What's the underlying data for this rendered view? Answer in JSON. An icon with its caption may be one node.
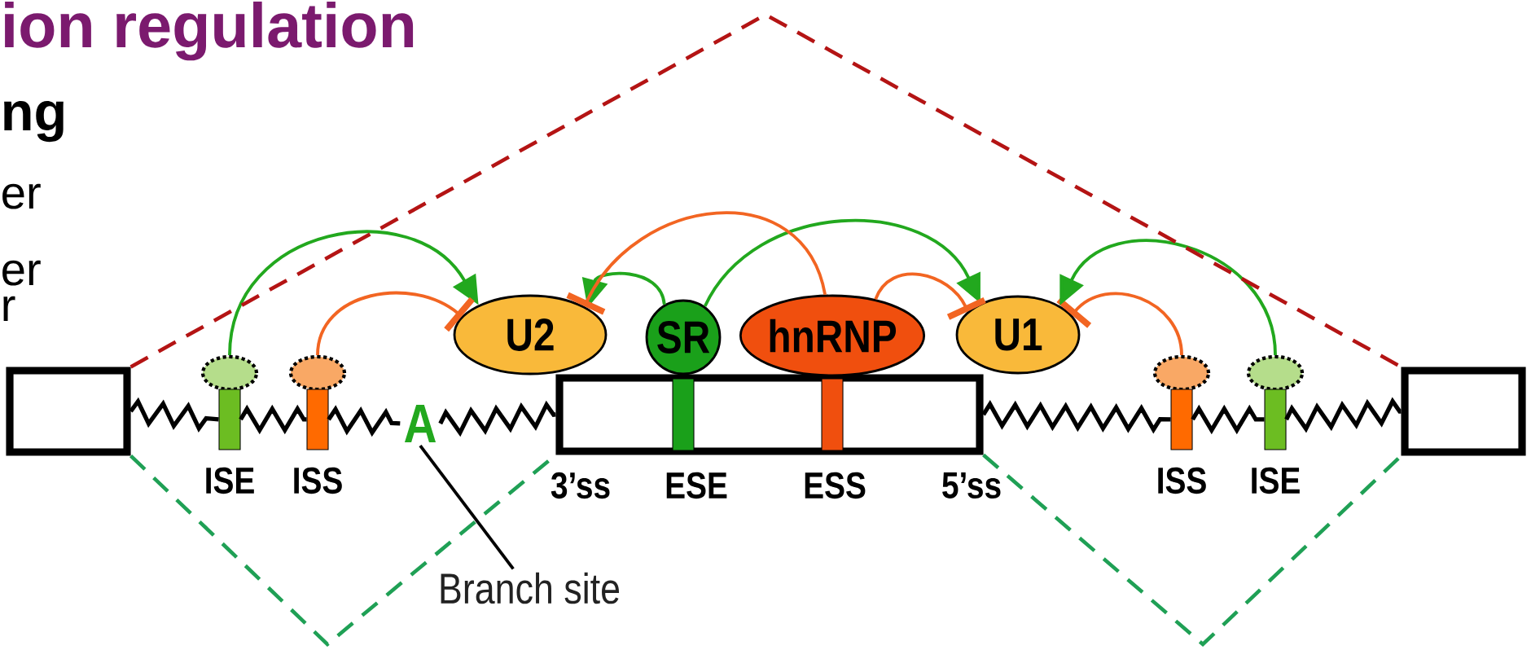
{
  "diagram": {
    "title": "ion regulation",
    "nodes": [
      {
        "text": [],
        "shape": "box"
      },
      {
        "text": [],
        "shape": "ellipse"
      },
      {
        "text": [],
        "shape": "ellipse"
      },
      {
        "text": [
          "A"
        ]
      },
      {
        "text": [
          "Branch site"
        ]
      },
      {
        "text": [
          "U2"
        ]
      },
      {
        "text": [],
        "shape": "box",
        "beside": [
          "3’ss",
          "5’ss"
        ]
      },
      {
        "text": [
          "SR"
        ]
      },
      {
        "text": [
          "hnRNP"
        ]
      },
      {
        "text": [
          "U1"
        ]
      },
      {
        "text": [],
        "shape": "ellipse"
      },
      {
        "text": [],
        "shape": "ellipse"
      },
      {
        "text": [],
        "shape": "box"
      },
      {
        "text": [],
        "shape": "bar",
        "beside": [
          "ISE"
        ]
      },
      {
        "text": [],
        "shape": "bar",
        "beside": [
          "ISS"
        ]
      },
      {
        "text": [],
        "shape": "bar",
        "beside": [
          "ESE"
        ],
        "in": 6
      },
      {
        "text": [],
        "shape": "bar",
        "beside": [
          "ESS"
        ],
        "in": 6
      },
      {
        "text": [],
        "shape": "bar",
        "beside": [
          "ISS"
        ]
      },
      {
        "text": [],
        "shape": "bar",
        "beside": [
          "ISE"
        ]
      }
    ],
    "edges": [
      {
        "from": 1,
        "to": 5,
        "arrow": "to",
        "color": "#22a81e"
      },
      {
        "from": 2,
        "to": 5,
        "arrow": "other",
        "color": "#f26522"
      },
      {
        "from": 7,
        "to": 5,
        "arrow": "to",
        "color": "#22a81e"
      },
      {
        "from": 7,
        "to": 9,
        "arrow": "to",
        "color": "#22a81e"
      },
      {
        "from": 8,
        "to": 5,
        "arrow": "other",
        "color": "#f26522"
      },
      {
        "from": 8,
        "to": 9,
        "arrow": "other",
        "color": "#f26522"
      },
      {
        "from": 10,
        "to": 9,
        "arrow": "other",
        "color": "#f26522"
      },
      {
        "from": 11,
        "to": 9,
        "arrow": "to",
        "color": "#22a81e"
      },
      {
        "from": 0,
        "to": 12,
        "arrow": "none",
        "style": "dashed",
        "color": "#b41414"
      },
      {
        "from": 0,
        "to": 6,
        "arrow": "none",
        "style": "dashed",
        "color": "#1fa055"
      },
      {
        "from": 6,
        "to": 12,
        "arrow": "none",
        "style": "dashed",
        "color": "#1fa055"
      },
      {
        "from": 0,
        "to": 13,
        "arrow": "none",
        "color": "#000000"
      },
      {
        "from": 13,
        "to": 14,
        "arrow": "none",
        "color": "#000000"
      },
      {
        "from": 14,
        "to": 3,
        "arrow": "none",
        "color": "#000000"
      },
      {
        "from": 3,
        "to": 6,
        "arrow": "none",
        "color": "#000000"
      },
      {
        "from": 6,
        "to": 17,
        "arrow": "none",
        "color": "#000000"
      },
      {
        "from": 17,
        "to": 18,
        "arrow": "none",
        "color": "#000000"
      },
      {
        "from": 18,
        "to": 12,
        "arrow": "none",
        "color": "#000000"
      },
      {
        "from": 4,
        "to": 3,
        "arrow": "none",
        "color": "#000000"
      }
    ],
    "labels": [
      "ng",
      "er",
      "er",
      "r"
    ]
  }
}
